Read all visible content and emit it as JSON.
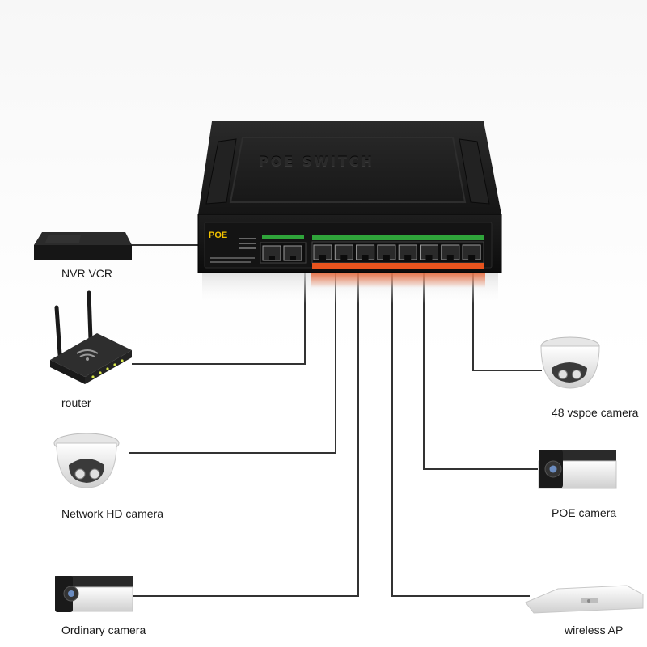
{
  "switch": {
    "name": "POE SWITCH",
    "badge": "POE"
  },
  "devices": [
    {
      "id": "nvr",
      "label": "NVR VCR"
    },
    {
      "id": "router",
      "label": "router"
    },
    {
      "id": "network-hd-camera",
      "label": "Network HD camera"
    },
    {
      "id": "ordinary-camera",
      "label": "Ordinary camera"
    },
    {
      "id": "48v-camera",
      "label": "48 vspoe camera"
    },
    {
      "id": "poe-camera",
      "label": "POE camera"
    },
    {
      "id": "wireless-ap",
      "label": "wireless AP"
    }
  ],
  "colors": {
    "switch_body": "#1b1b1b",
    "port_accent": "#e8541e",
    "led_strip": "#2fa43a",
    "cable": "#333333"
  }
}
